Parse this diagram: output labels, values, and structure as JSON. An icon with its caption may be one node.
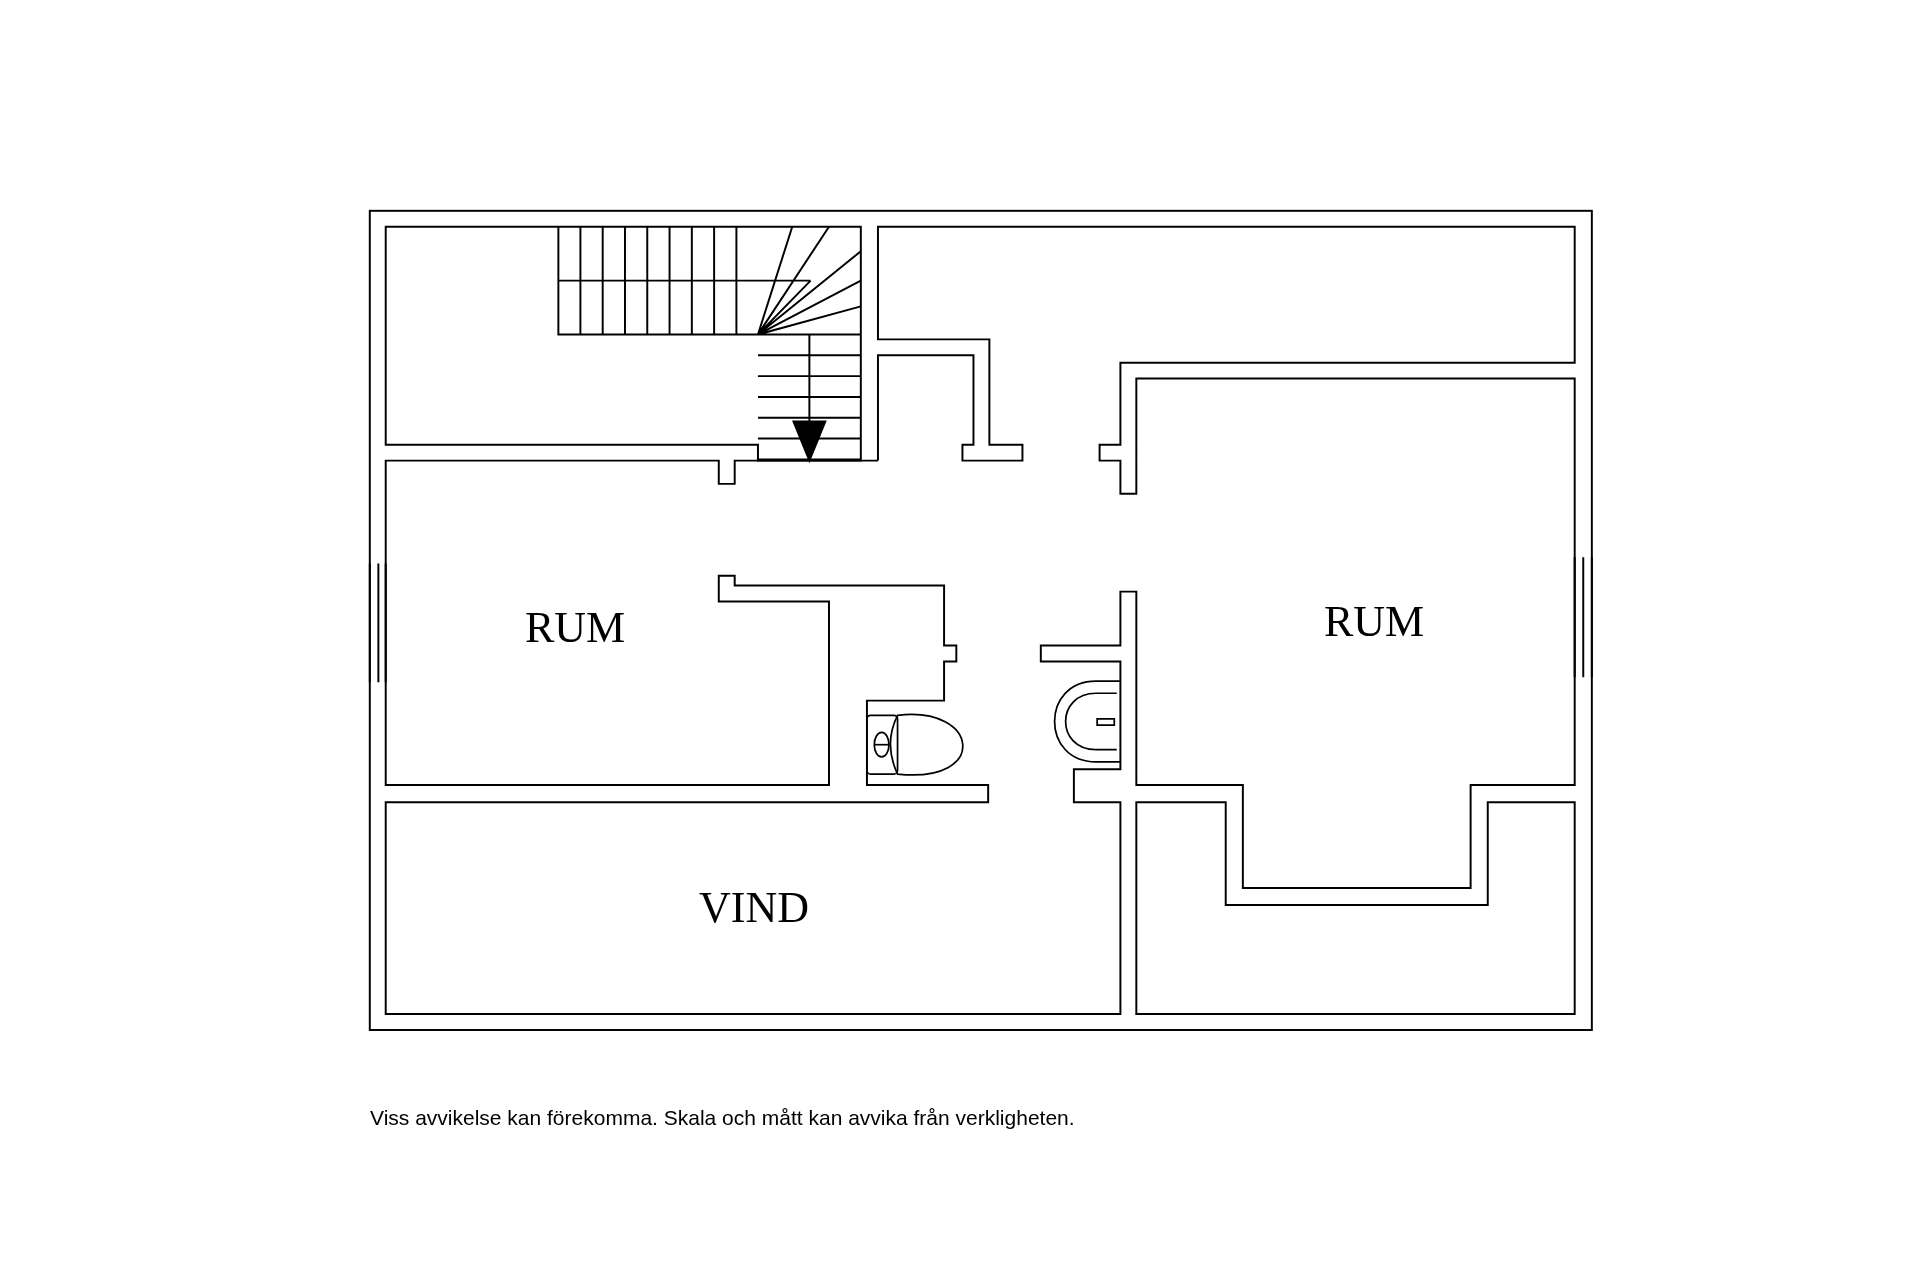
{
  "diagram": {
    "caption": "Viss avvikelse kan förekomma. Skala och mått kan avvika från verkligheten.",
    "labels": [
      "RUM",
      "RUM",
      "VIND"
    ]
  }
}
